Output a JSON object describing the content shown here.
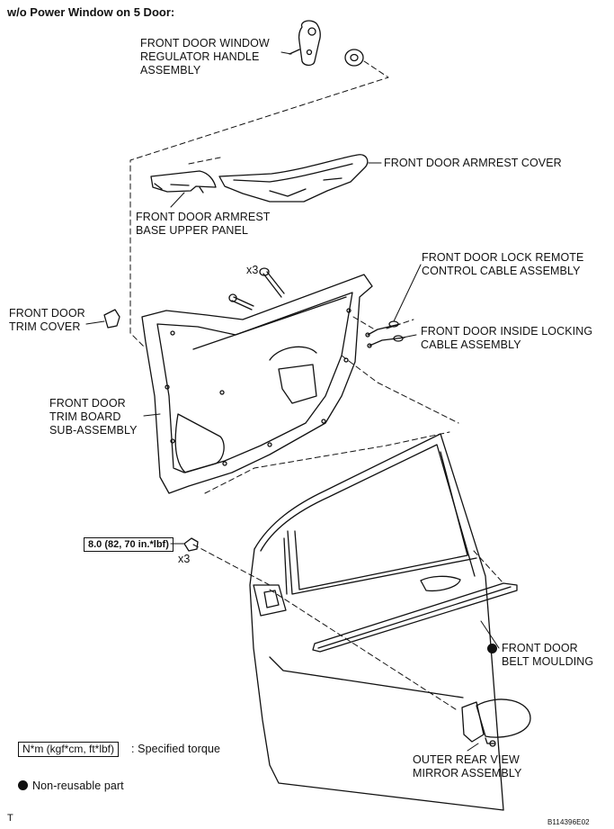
{
  "title": "w/o Power Window on 5 Door:",
  "labels": {
    "regulator_handle": "FRONT DOOR WINDOW\nREGULATOR HANDLE\nASSEMBLY",
    "armrest_cover": "FRONT DOOR ARMREST COVER",
    "armrest_base": "FRONT DOOR ARMREST\nBASE UPPER PANEL",
    "lock_remote_cable": "FRONT DOOR LOCK REMOTE\nCONTROL CABLE ASSEMBLY",
    "trim_cover": "FRONT DOOR\nTRIM COVER",
    "inside_locking_cable": "FRONT DOOR INSIDE LOCKING\nCABLE ASSEMBLY",
    "trim_board": "FRONT DOOR\nTRIM BOARD\nSUB-ASSEMBLY",
    "belt_moulding": "FRONT DOOR\nBELT MOULDING",
    "mirror": "OUTER REAR VIEW\nMIRROR ASSEMBLY"
  },
  "qty": {
    "screws": "x3",
    "nuts": "x3"
  },
  "torque": {
    "value": "8.0 (82, 70 in.*lbf)"
  },
  "legend": {
    "torque_unit": "N*m (kgf*cm, ft*lbf)",
    "torque_text": ": Specified torque",
    "nonreusable": "Non-reusable part"
  },
  "footer": {
    "left": "T",
    "right": "B114396E02"
  }
}
